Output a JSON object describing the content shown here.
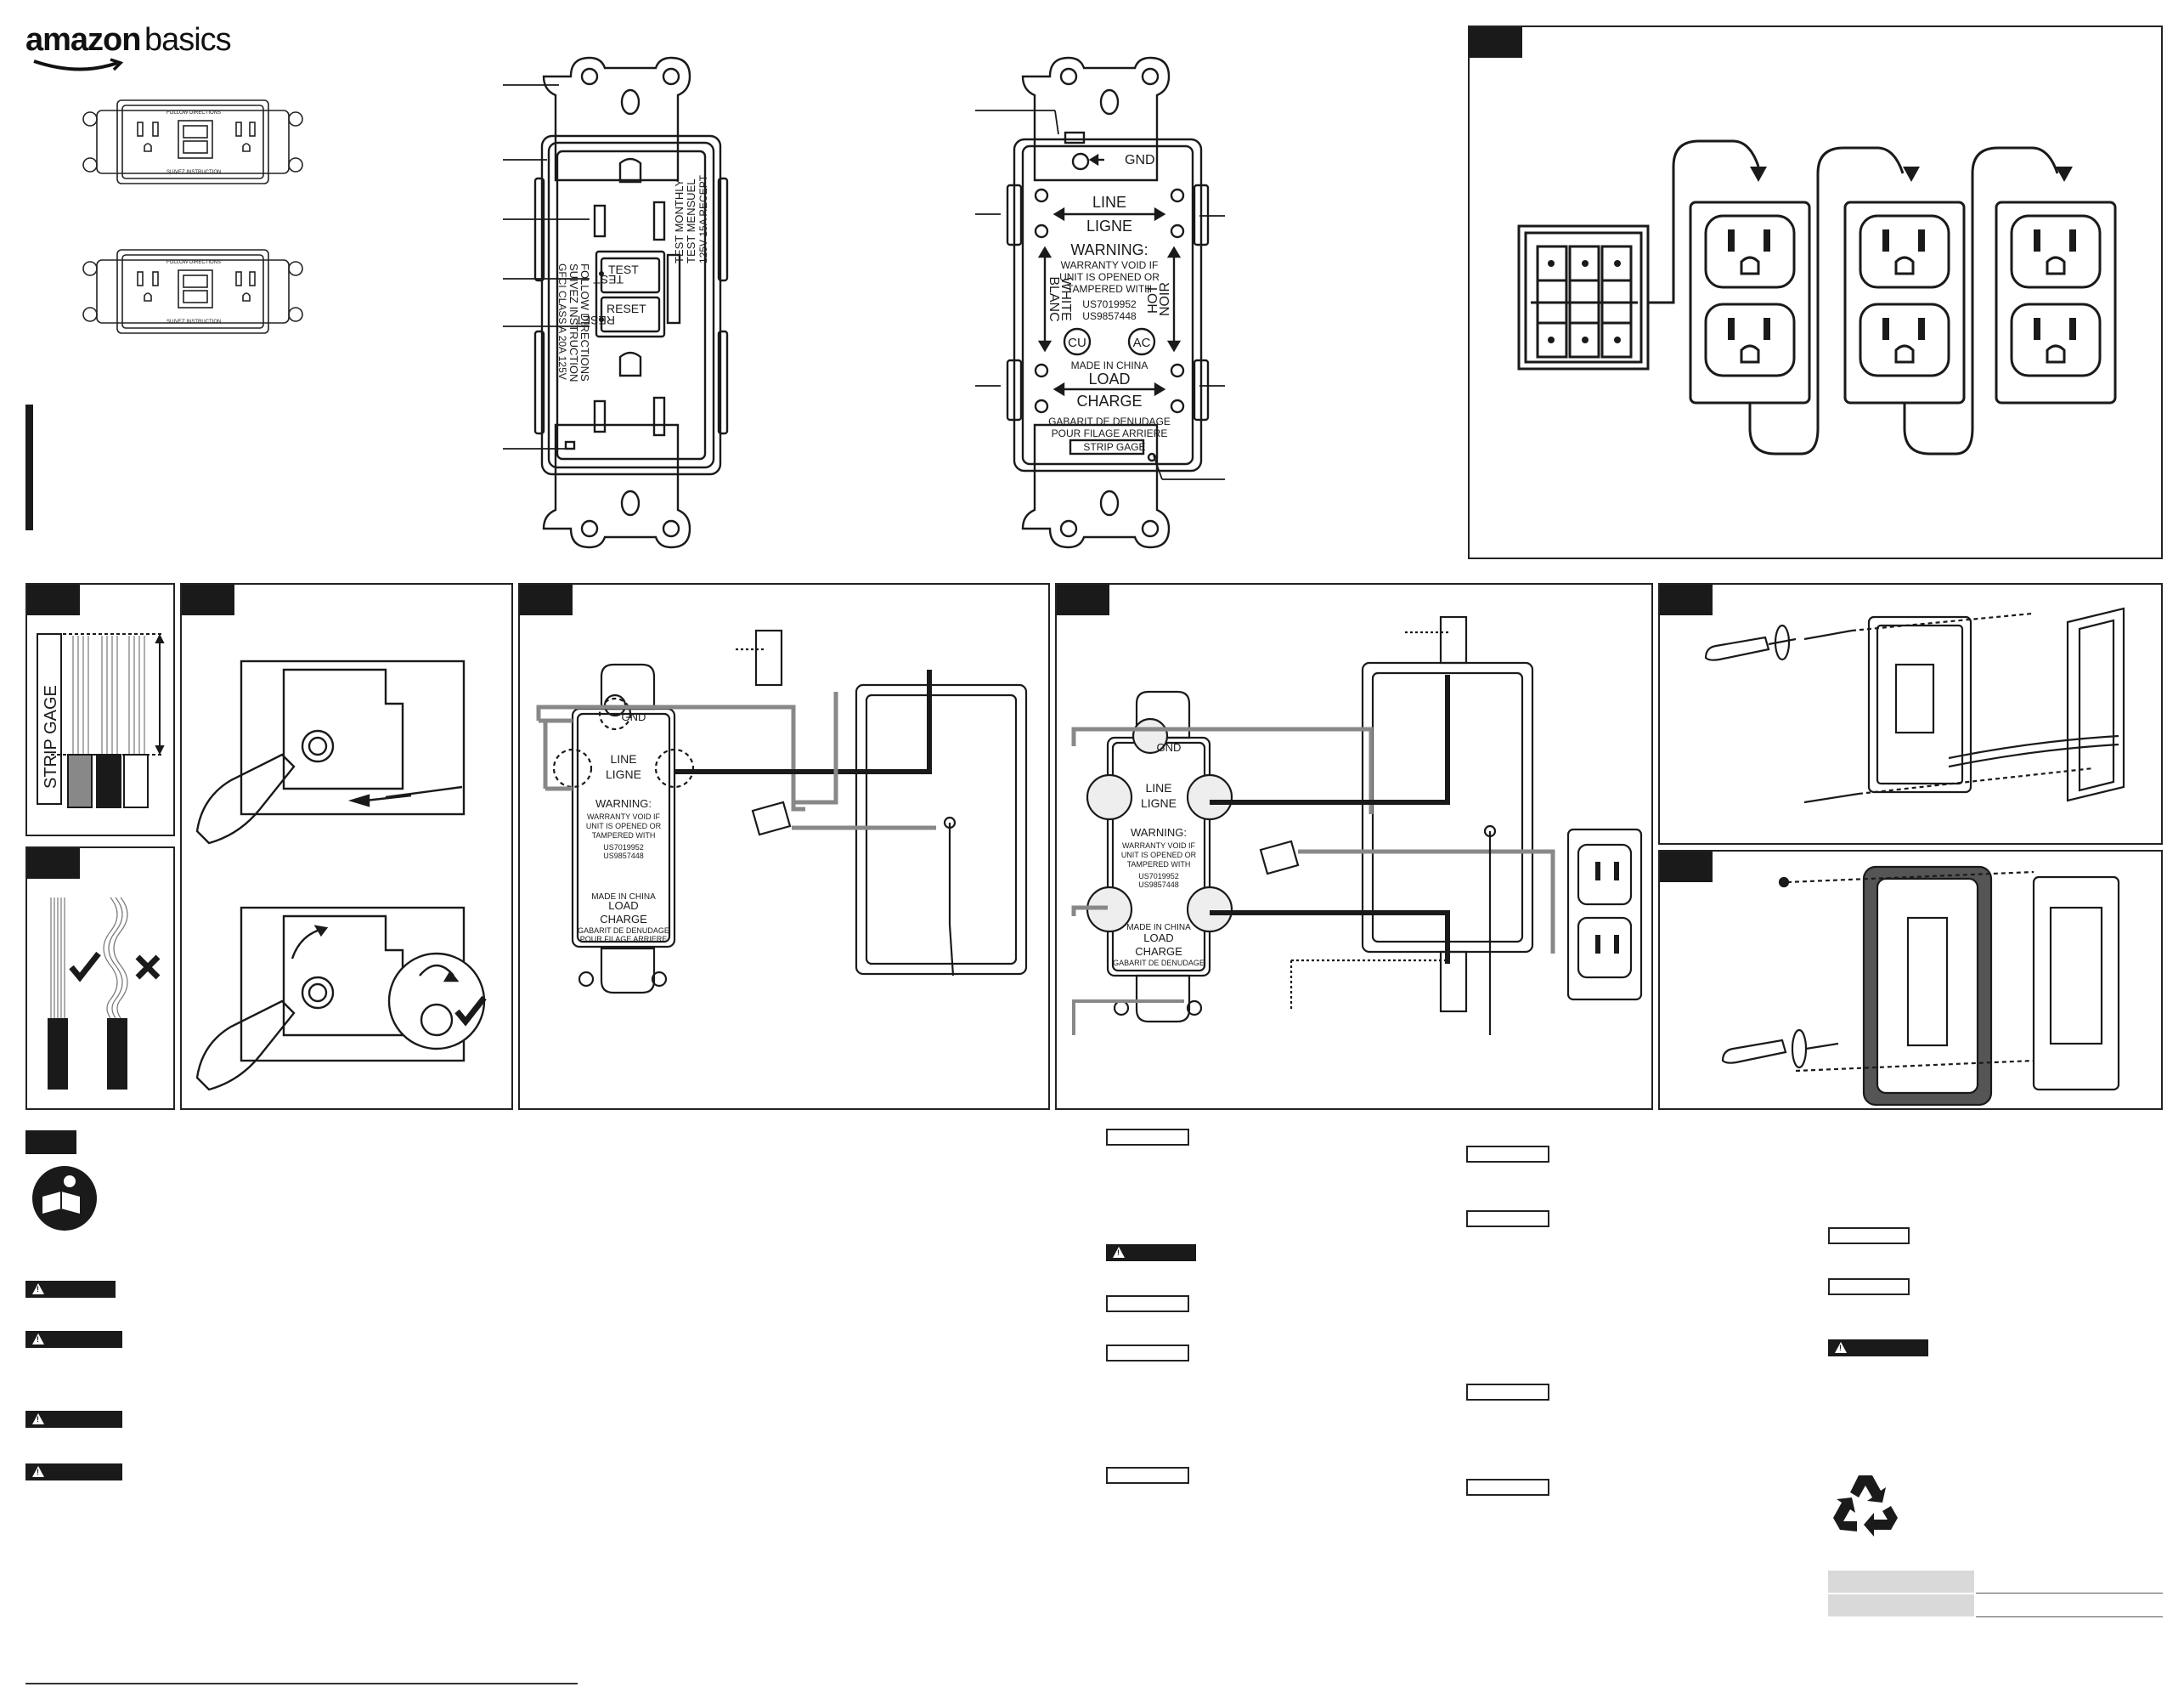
{
  "brand": {
    "name_a": "amazon",
    "name_b": "basics"
  },
  "front_device": {
    "test_label": "TEST",
    "test_label_fr": "TEST",
    "reset_label": "RESET",
    "reset_label_fr": "RESET",
    "follow_text": "FOLLOW DIRECTIONS",
    "suivez_text": "SUIVEZ INSTRUCTION",
    "rating_text": "125V 15A RECEPT",
    "monthly_text": "TEST MONTHLY",
    "mensuel_text": "TEST MENSUEL",
    "class_text": "GFCI CLASS A 20A 125V"
  },
  "back_device": {
    "gnd": "GND",
    "line": "LINE",
    "ligne": "LIGNE",
    "warning": "WARNING:",
    "warranty_1": "WARRANTY VOID IF",
    "warranty_2": "UNIT IS OPENED OR",
    "warranty_3": "TAMPERED WITH",
    "patent_1": "US7019952",
    "patent_2": "US9857448",
    "white": "WHITE",
    "blanc": "BLANC",
    "hot": "HOT",
    "noir": "NOIR",
    "cert_1": "CU",
    "cert_2": "AC",
    "made_in": "MADE IN CHINA",
    "load": "LOAD",
    "charge": "CHARGE",
    "gabarit": "GABARIT DE DENUDAGE",
    "pour": "POUR FILAGE ARRIERE",
    "strip_gage": "STRIP GAGE"
  },
  "strip_panel": {
    "label": "STRIP GAGE"
  },
  "colors": {
    "ink": "#1a1a1a",
    "panel_border": "#222222",
    "gray_fill": "#d9d9d9"
  },
  "icons": [
    "manual-read-icon",
    "warning-icon",
    "recycle-icon",
    "screwdriver-icon",
    "check-icon",
    "cross-icon"
  ]
}
